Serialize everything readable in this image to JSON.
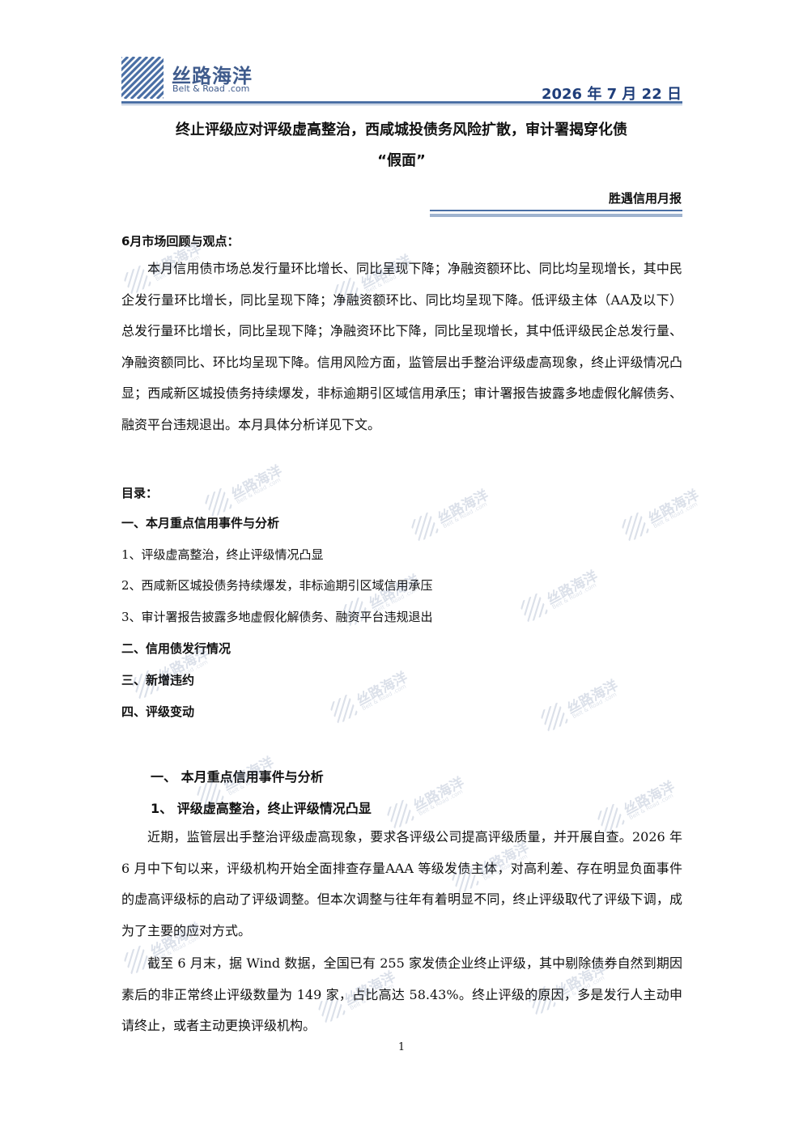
{
  "header": {
    "logo_cn": "丝路海洋",
    "logo_en": "Belt & Road .com",
    "date": "2026 年 7 月 22 日"
  },
  "title": {
    "line1": "终止评级应对评级虚高整治，西咸城投债务风险扩散，审计署揭穿化债",
    "line2": "“假面”"
  },
  "report_name": "胜遇信用月报",
  "intro": {
    "heading": "6月市场回顾与观点：",
    "paragraph": "本月信用债市场总发行量环比增长、同比呈现下降；净融资额环比、同比均呈现增长，其中民企发行量环比增长，同比呈现下降；净融资额环比、同比均呈现下降。低评级主体（AA及以下）总发行量环比增长，同比呈现下降；净融资环比下降，同比呈现增长，其中低评级民企总发行量、净融资额同比、环比均呈现下降。信用风险方面，监管层出手整治评级虚高现象，终止评级情况凸显；西咸新区城投债务持续爆发，非标逾期引区域信用承压；审计署报告披露多地虚假化解债务、融资平台违规退出。本月具体分析详见下文。"
  },
  "toc": {
    "heading": "目录：",
    "items": [
      {
        "text": "一、本月重点信用事件与分析",
        "bold": true
      },
      {
        "text": "1、评级虚高整治，终止评级情况凸显",
        "bold": false
      },
      {
        "text": "2、西咸新区城投债务持续爆发，非标逾期引区域信用承压",
        "bold": false
      },
      {
        "text": "3、审计署报告披露多地虚假化解债务、融资平台违规退出",
        "bold": false
      },
      {
        "text": "二、信用债发行情况",
        "bold": true
      },
      {
        "text": "三、新增违约",
        "bold": true
      },
      {
        "text": "四、评级变动",
        "bold": true
      }
    ]
  },
  "section1": {
    "heading": "一、 本月重点信用事件与分析",
    "sub_heading": "1、 评级虚高整治，终止评级情况凸显",
    "paragraph1": "近期，监管层出手整治评级虚高现象，要求各评级公司提高评级质量，并开展自查。2026 年 6 月中下旬以来，评级机构开始全面排查存量AAA 等级发债主体，对高利差、存在明显负面事件的虚高评级标的启动了评级调整。但本次调整与往年有着明显不同，终止评级取代了评级下调，成为了主要的应对方式。",
    "paragraph2": "截至 6 月末，据 Wind 数据，全国已有 255 家发债企业终止评级，其中剔除债券自然到期因素后的非正常终止评级数量为 149 家，占比高达 58.43%。终止评级的原因，多是发行人主动申请终止，或者主动更换评级机构。"
  },
  "footer": {
    "page_number": "1"
  },
  "colors": {
    "brand": "#3f5b8c",
    "date": "#1f3e7a",
    "rule": "#4a6fa5"
  },
  "icons": {
    "logo_mark": "striped-square-logo-icon"
  }
}
